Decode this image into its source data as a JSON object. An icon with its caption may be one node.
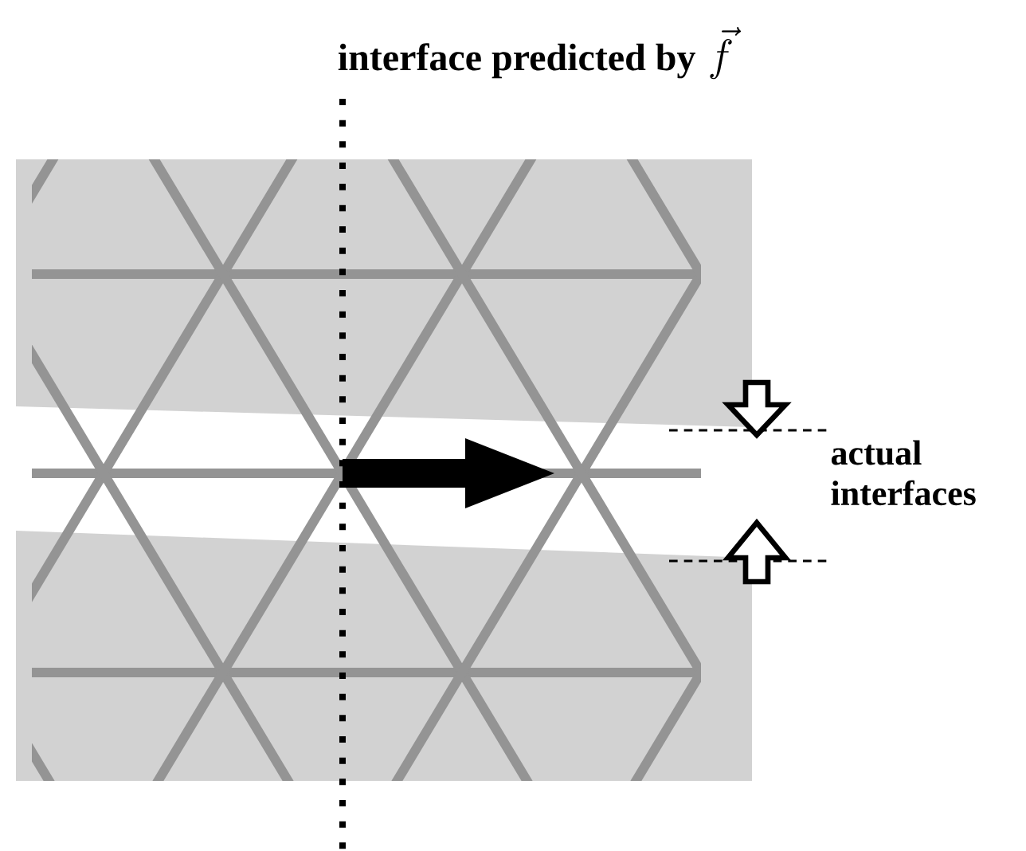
{
  "diagram": {
    "title": "interface predicted by",
    "labels": [
      "\\vec{f}",
      "actual interfaces"
    ]
  }
}
